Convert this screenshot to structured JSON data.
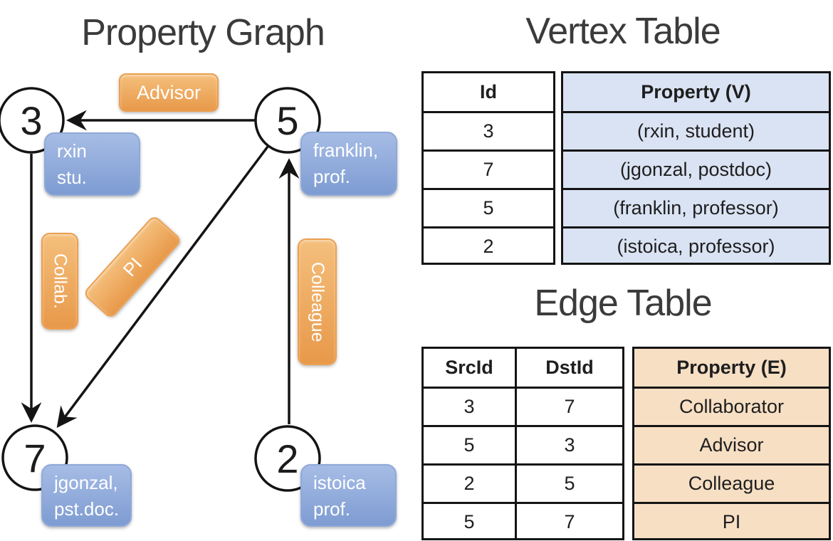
{
  "graph": {
    "title": "Property Graph",
    "nodes": [
      {
        "id": "3"
      },
      {
        "id": "5"
      },
      {
        "id": "7"
      },
      {
        "id": "2"
      }
    ],
    "edge_labels": [
      {
        "label": "Advisor"
      },
      {
        "label": "Collab."
      },
      {
        "label": "PI"
      },
      {
        "label": "Colleague"
      }
    ],
    "property_boxes": [
      {
        "line1": "rxin",
        "line2": "stu."
      },
      {
        "line1": "franklin,",
        "line2": "prof."
      },
      {
        "line1": "jgonzal,",
        "line2": "pst.doc."
      },
      {
        "line1": "istoica",
        "line2": "prof."
      }
    ]
  },
  "vertex_table": {
    "title": "Vertex Table",
    "headers": {
      "id": "Id",
      "property": "Property (V)"
    },
    "rows": [
      {
        "id": "3",
        "property": "(rxin, student)"
      },
      {
        "id": "7",
        "property": "(jgonzal, postdoc)"
      },
      {
        "id": "5",
        "property": "(franklin, professor)"
      },
      {
        "id": "2",
        "property": "(istoica, professor)"
      }
    ]
  },
  "edge_table": {
    "title": "Edge Table",
    "headers": {
      "src": "SrcId",
      "dst": "DstId",
      "property": "Property (E)"
    },
    "rows": [
      {
        "src": "3",
        "dst": "7",
        "property": "Collaborator"
      },
      {
        "src": "5",
        "dst": "3",
        "property": "Advisor"
      },
      {
        "src": "2",
        "dst": "5",
        "property": "Colleague"
      },
      {
        "src": "5",
        "dst": "7",
        "property": "PI"
      }
    ]
  },
  "colors": {
    "edge_label_fill": "#eda64f",
    "vertex_label_fill": "#8aa7d8",
    "vertex_property_fill": "#dae3f3",
    "edge_property_fill": "#f7dfc4",
    "line": "#141414"
  }
}
